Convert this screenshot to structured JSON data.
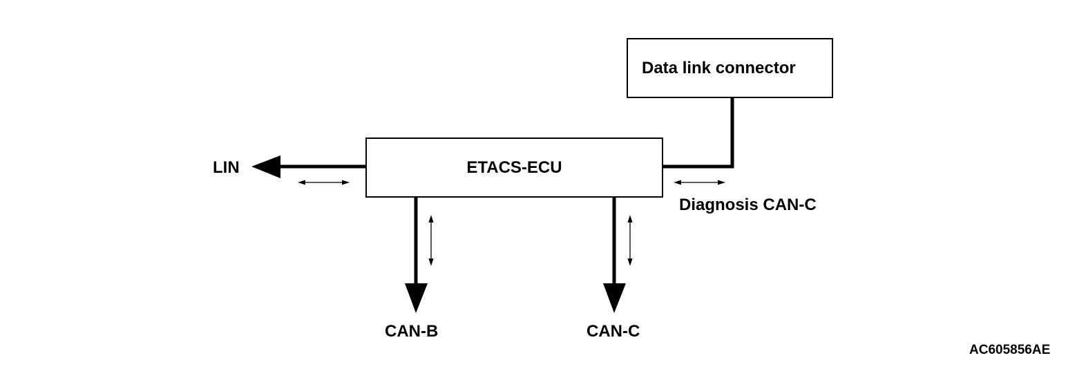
{
  "nodes": {
    "data_link_connector": "Data link connector",
    "etacs_ecu": "ETACS-ECU"
  },
  "buses": {
    "lin": "LIN",
    "diagnosis_can_c": "Diagnosis CAN-C",
    "can_b": "CAN-B",
    "can_c": "CAN-C"
  },
  "figure_id": "AC605856AE",
  "colors": {
    "line": "#000000",
    "background": "#ffffff"
  }
}
